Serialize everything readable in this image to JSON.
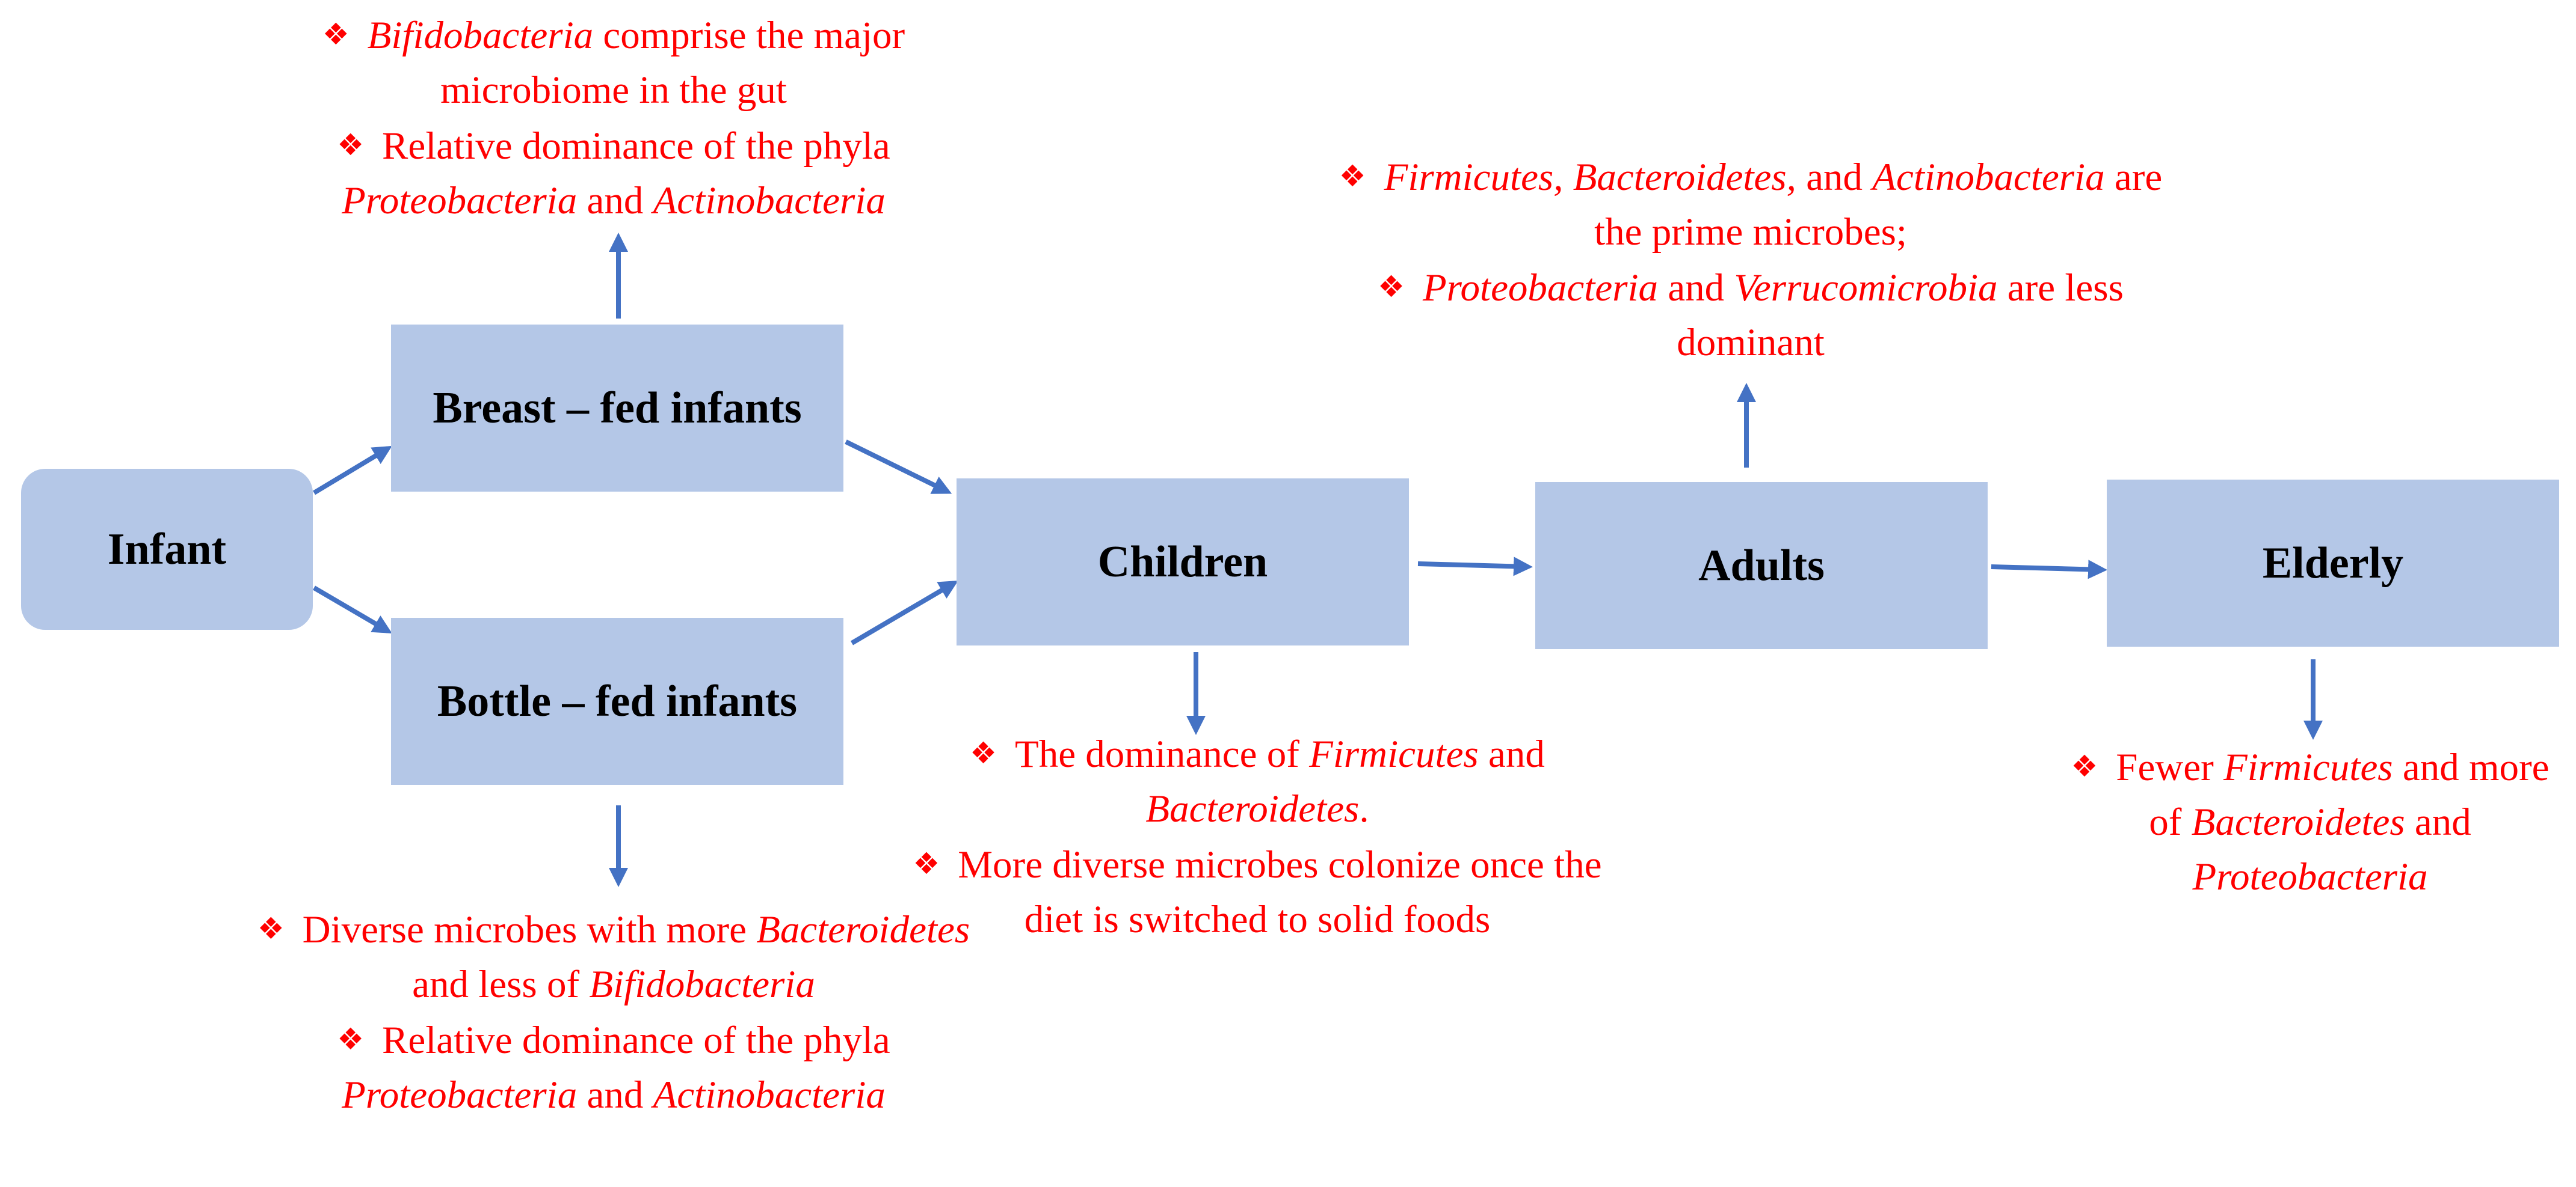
{
  "nodes": {
    "infant": "Infant",
    "breast_fed": "Breast – fed infants",
    "bottle_fed": "Bottle – fed infants",
    "children": "Children",
    "adults": "Adults",
    "elderly": "Elderly"
  },
  "bullet_glyph": "❖",
  "notes": {
    "breast_fed": {
      "b1_t1": "Bifidobacteria",
      "b1_t2": " comprise the major microbiome in the gut",
      "b2_t1": "Relative dominance of the phyla ",
      "b2_t2": "Proteobacteria",
      "b2_t3": " and ",
      "b2_t4": "Actinobacteria"
    },
    "bottle_fed": {
      "b1_t1": "Diverse microbes with more ",
      "b1_t2": "Bacteroidetes",
      "b1_t3": " and less of ",
      "b1_t4": "Bifidobacteria",
      "b2_t1": "Relative dominance of the phyla ",
      "b2_t2": "Proteobacteria",
      "b2_t3": " and ",
      "b2_t4": "Actinobacteria"
    },
    "children": {
      "b1_t1": "The dominance of ",
      "b1_t2": "Firmicutes",
      "b1_t3": " and ",
      "b1_t4": "Bacteroidetes",
      "b1_t5": ".",
      "b2_t1": "More diverse microbes colonize once the diet is switched to solid foods"
    },
    "adults": {
      "b1_t1": "Firmicutes, Bacteroidetes,",
      "b1_t2": " and ",
      "b1_t3": "Actinobacteria",
      "b1_t4": " are the prime microbes;",
      "b2_t1": "Proteobacteria",
      "b2_t2": " and ",
      "b2_t3": "Verrucomicrobia",
      "b2_t4": " are less dominant"
    },
    "elderly": {
      "b1_t1": "Fewer ",
      "b1_t2": "Firmicutes",
      "b1_t3": " and more of ",
      "b1_t4": "Bacteroidetes",
      "b1_t5": " and ",
      "b1_t6": "Proteobacteria"
    }
  },
  "colors": {
    "box_fill": "#b4c7e7",
    "arrow": "#4472c4",
    "note_text": "#ff0000"
  }
}
